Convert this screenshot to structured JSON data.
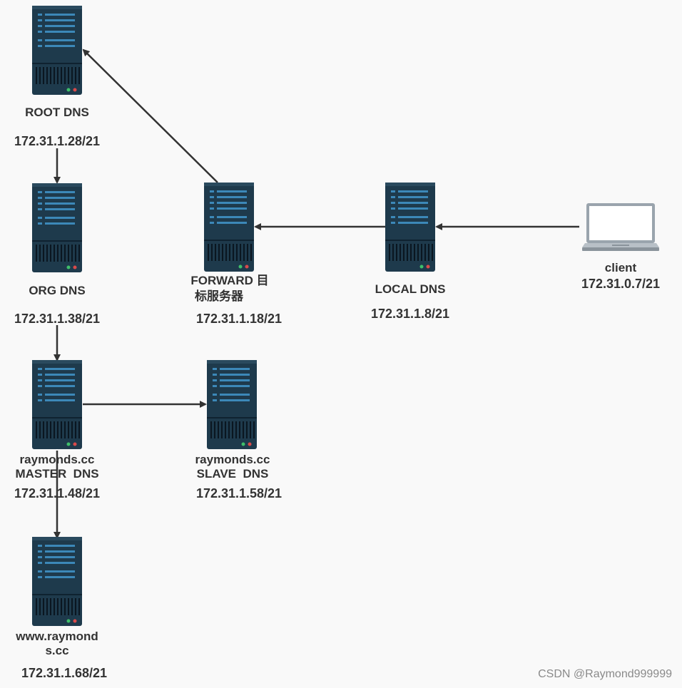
{
  "nodes": [
    {
      "id": "root",
      "type": "server",
      "name": "ROOT DNS",
      "ip": "172.31.1.28/21"
    },
    {
      "id": "org",
      "type": "server",
      "name": "ORG DNS",
      "ip": "172.31.1.38/21"
    },
    {
      "id": "master",
      "type": "server",
      "name_line1": "raymonds.cc",
      "name_line2": "MASTER  DNS",
      "ip": "172.31.1.48/21"
    },
    {
      "id": "www",
      "type": "server",
      "name_line1": "www.raymond",
      "name_line2": "s.cc",
      "ip": "172.31.1.68/21"
    },
    {
      "id": "forward",
      "type": "server",
      "name_line1": "FORWARD 目",
      "name_line2": "标服务器",
      "ip": "172.31.1.18/21"
    },
    {
      "id": "local",
      "type": "server",
      "name": "LOCAL DNS",
      "ip": "172.31.1.8/21"
    },
    {
      "id": "slave",
      "type": "server",
      "name_line1": "raymonds.cc",
      "name_line2": "SLAVE  DNS",
      "ip": "172.31.1.58/21"
    },
    {
      "id": "client",
      "type": "laptop",
      "name": "client",
      "ip": "172.31.0.7/21"
    }
  ],
  "edges": [
    {
      "from": "client",
      "to": "local"
    },
    {
      "from": "local",
      "to": "forward"
    },
    {
      "from": "forward",
      "to": "root"
    },
    {
      "from": "root",
      "to": "org"
    },
    {
      "from": "org",
      "to": "master"
    },
    {
      "from": "master",
      "to": "slave"
    },
    {
      "from": "master",
      "to": "www"
    }
  ],
  "icons": {
    "server": "server-rack-icon",
    "laptop": "laptop-icon"
  },
  "colors": {
    "server_body": "#1e3a4c",
    "server_bar": "#3c88b8",
    "arrow": "#333333",
    "background": "#f9f9f9"
  },
  "watermark": "CSDN @Raymond999999"
}
